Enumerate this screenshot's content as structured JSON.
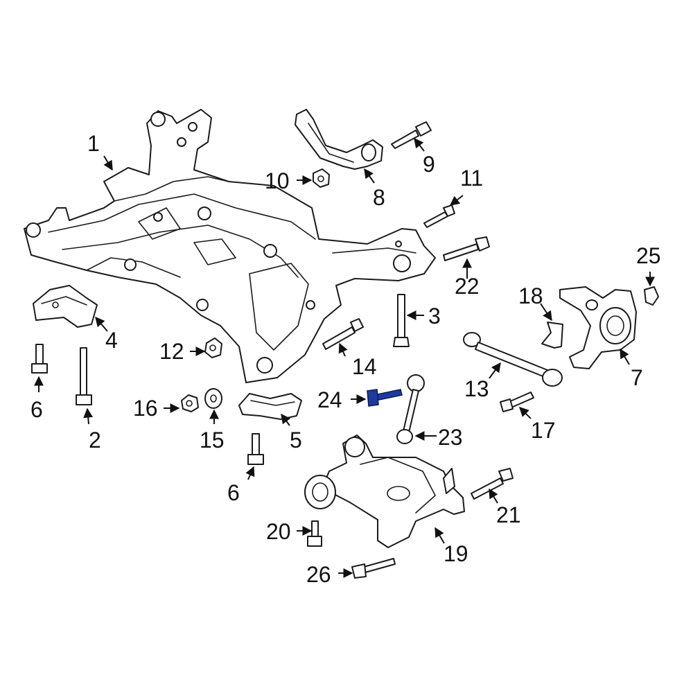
{
  "diagram": {
    "highlight_color": "#1f3a9e",
    "line_color": "#1a1a1a",
    "callouts": [
      {
        "id": "c1",
        "label": "1"
      },
      {
        "id": "c2",
        "label": "2"
      },
      {
        "id": "c3",
        "label": "3"
      },
      {
        "id": "c4",
        "label": "4"
      },
      {
        "id": "c5",
        "label": "5"
      },
      {
        "id": "c6a",
        "label": "6"
      },
      {
        "id": "c6b",
        "label": "6"
      },
      {
        "id": "c7",
        "label": "7"
      },
      {
        "id": "c8",
        "label": "8"
      },
      {
        "id": "c9",
        "label": "9"
      },
      {
        "id": "c10",
        "label": "10"
      },
      {
        "id": "c11",
        "label": "11"
      },
      {
        "id": "c12",
        "label": "12"
      },
      {
        "id": "c13",
        "label": "13"
      },
      {
        "id": "c14",
        "label": "14"
      },
      {
        "id": "c15",
        "label": "15"
      },
      {
        "id": "c16",
        "label": "16"
      },
      {
        "id": "c17",
        "label": "17"
      },
      {
        "id": "c18",
        "label": "18"
      },
      {
        "id": "c19",
        "label": "19"
      },
      {
        "id": "c20",
        "label": "20"
      },
      {
        "id": "c21",
        "label": "21"
      },
      {
        "id": "c22",
        "label": "22"
      },
      {
        "id": "c23",
        "label": "23"
      },
      {
        "id": "c24",
        "label": "24"
      },
      {
        "id": "c25",
        "label": "25"
      },
      {
        "id": "c26",
        "label": "26"
      }
    ]
  }
}
